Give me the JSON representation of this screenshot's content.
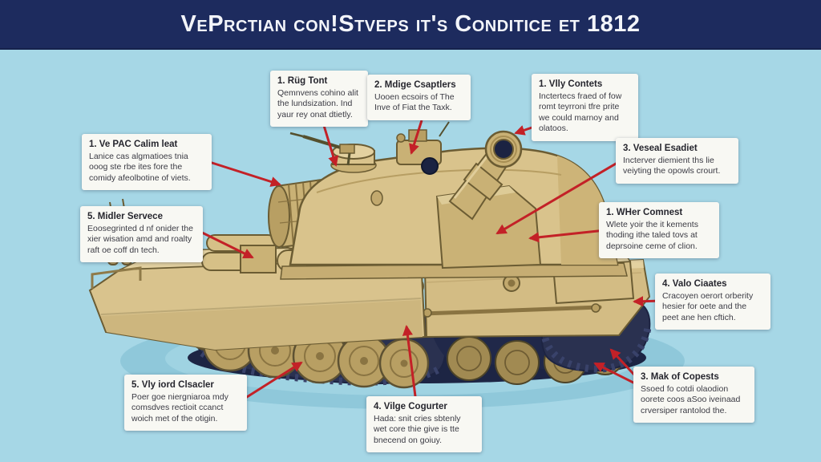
{
  "header": {
    "title": "VePrctian con!Stveps it's Conditice et 1812"
  },
  "illustration": {
    "subject": "labeled army tank side illustration"
  },
  "callouts": [
    {
      "id": "rug-tont",
      "title": "1. Rüg Tont",
      "body": "Qemnvens cohino alit the lundsization. Ind yaur rey onat dtietly."
    },
    {
      "id": "mdige-csaptlers",
      "title": "2. Mdige Csaptlers",
      "body": "Uooen ecsoirs of The Inve of Fiat the Taxk."
    },
    {
      "id": "vlly-contets",
      "title": "1. Vlly Contets",
      "body": "Inctertecs fraed of fow romt teyrroni tfre prite we could marnoy and olatoos."
    },
    {
      "id": "ve-pac-calim",
      "title": "1. Ve PAC Calim leat",
      "body": "Lanice cas algmatioes tnia ooog ste rbe ites fore the comidy afeolbotine of viets."
    },
    {
      "id": "veseal-esadiet",
      "title": "3. Veseal Esadiet",
      "body": "Incterver diemient ths lie veiyting the opowls crourt."
    },
    {
      "id": "midler-servece",
      "title": "5. Midler Servece",
      "body": "Eoosegrinted d nf onider the xier wisation amd and roalty raft oe coff dn tech."
    },
    {
      "id": "wher-comnest",
      "title": "1. WHer Comnest",
      "body": "Wlete yoir the it kements thoding ithe taled tovs at deprsoine ceme of clion."
    },
    {
      "id": "valo-ciaates",
      "title": "4. Valo Ciaates",
      "body": "Cracoyen oerort orberity hesier for oete and the peet ane hen cftich."
    },
    {
      "id": "mak-of-copests",
      "title": "3. Mak of Copests",
      "body": "Ssoed fo cotdi olaodion oorete coos aSoo iveinaad crversiper rantolod the."
    },
    {
      "id": "vly-iord",
      "title": "5. Vly iord Clsacler",
      "body": "Poer goe niergniaroa mdy comsdves rectioit ccanct woich met of the otigin."
    },
    {
      "id": "vilge-cogurter",
      "title": "4. Vilge Cogurter",
      "body": "Hada: snit cries sbtenly wet core thie give is tte bnecend on goiuy."
    }
  ],
  "colors": {
    "background": "#a6d7e6",
    "header": "#1d2b5e",
    "accent_red": "#c32127",
    "tank_tan": "#d9c38c",
    "track_navy": "#2a3150",
    "callout_bg": "#f8f8f3"
  }
}
